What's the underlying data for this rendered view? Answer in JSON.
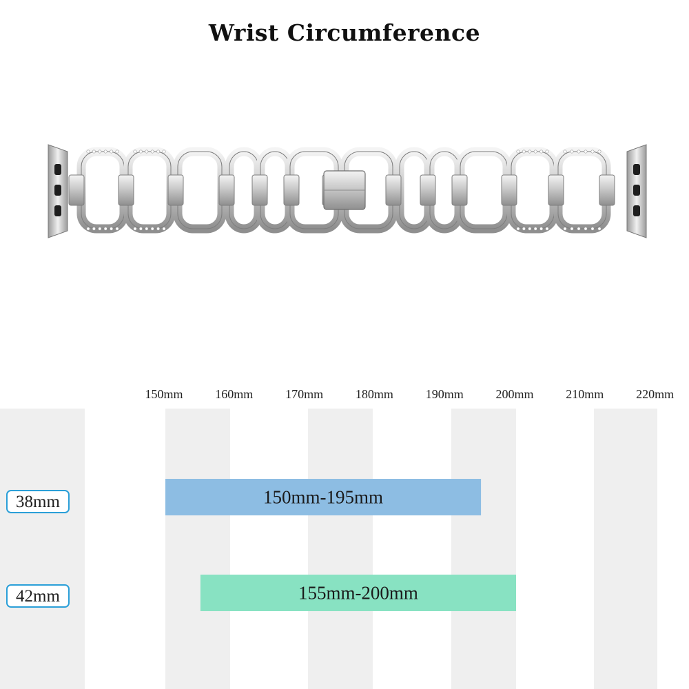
{
  "title": "Wrist Circumference",
  "colors": {
    "background": "#ffffff",
    "stripe": "#efefef",
    "bar_38": "#8dbde3",
    "bar_42": "#88e2c2",
    "label_border": "#2a9fd8"
  },
  "product_image": {
    "icon": "watch-band-icon"
  },
  "chart_data": {
    "type": "bar",
    "orientation": "horizontal",
    "title": "Wrist Circumference",
    "xlabel": "",
    "ylabel": "",
    "x_unit": "mm",
    "xlim": [
      140,
      225
    ],
    "x_ticks": [
      {
        "value": 150,
        "label": "150mm"
      },
      {
        "value": 160,
        "label": "160mm"
      },
      {
        "value": 170,
        "label": "170mm"
      },
      {
        "value": 180,
        "label": "180mm"
      },
      {
        "value": 190,
        "label": "190mm"
      },
      {
        "value": 200,
        "label": "200mm"
      },
      {
        "value": 210,
        "label": "210mm"
      },
      {
        "value": 220,
        "label": "220mm"
      }
    ],
    "categories": [
      "38mm",
      "42mm"
    ],
    "ranges": [
      {
        "category": "38mm",
        "start": 150,
        "end": 195,
        "label": "150mm-195mm",
        "color": "#8dbde3"
      },
      {
        "category": "42mm",
        "start": 155,
        "end": 200,
        "label": "155mm-200mm",
        "color": "#88e2c2"
      }
    ],
    "grid": true,
    "legend": "none"
  }
}
